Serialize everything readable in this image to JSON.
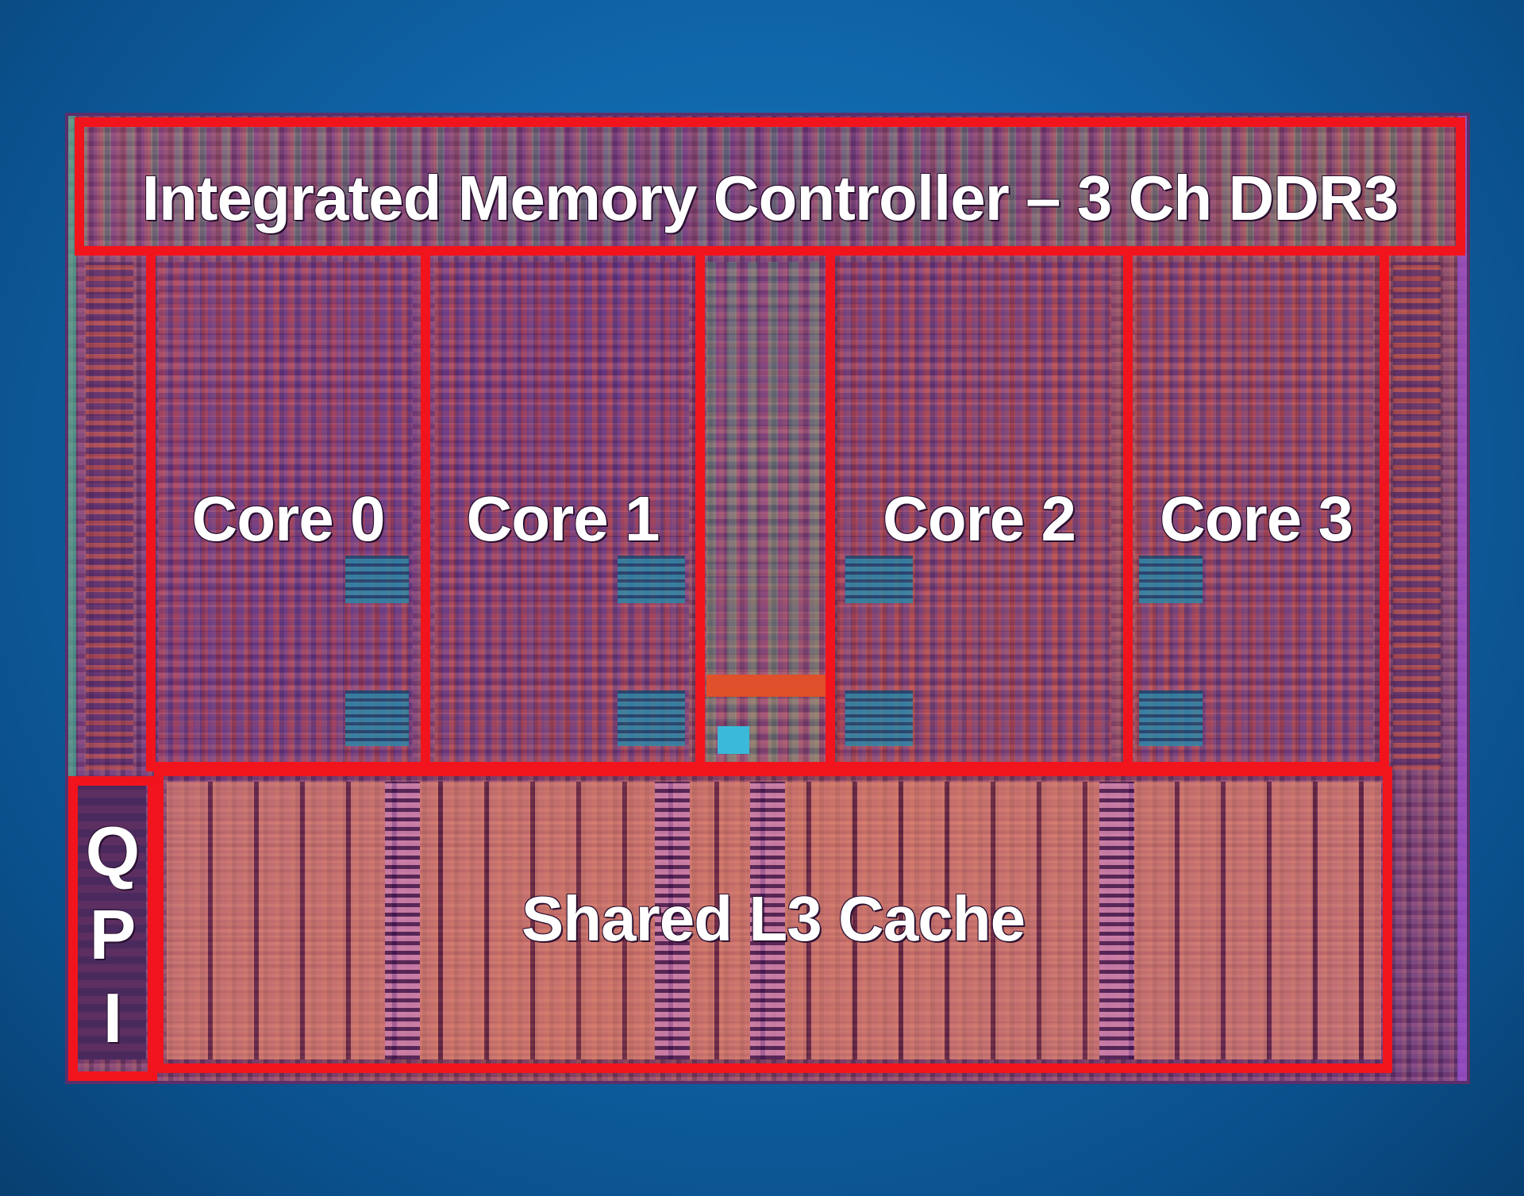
{
  "diagram": {
    "memory_controller": "Integrated Memory Controller – 3 Ch DDR3",
    "cores": [
      {
        "label": "Core 0"
      },
      {
        "label": "Core 1"
      },
      {
        "label": "Core 2"
      },
      {
        "label": "Core 3"
      }
    ],
    "interconnect": [
      "Q",
      "P",
      "I"
    ],
    "cache": "Shared L3 Cache"
  },
  "colors": {
    "background": "#0f65a8",
    "outline": "#f2141c",
    "label": "#ffffff"
  }
}
